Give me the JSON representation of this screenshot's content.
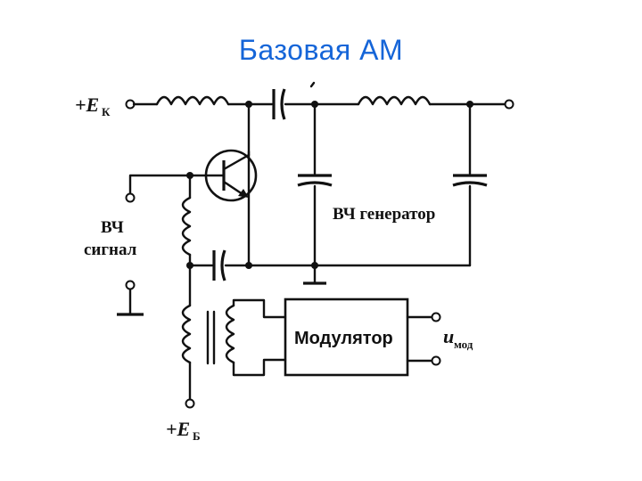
{
  "title": "Базовая АМ",
  "labels": {
    "ek_prefix": "+E",
    "ek_sub": "К",
    "eb_prefix": "+E",
    "eb_sub": "Б",
    "hf_signal_line1": "ВЧ",
    "hf_signal_line2": "сигнал",
    "hf_generator": "ВЧ генератор",
    "modulator": "Модулятор",
    "u_mod": "u",
    "u_mod_sub": "мод"
  },
  "colors": {
    "title": "#1565d8",
    "ink": "#111111",
    "background": "#ffffff"
  }
}
